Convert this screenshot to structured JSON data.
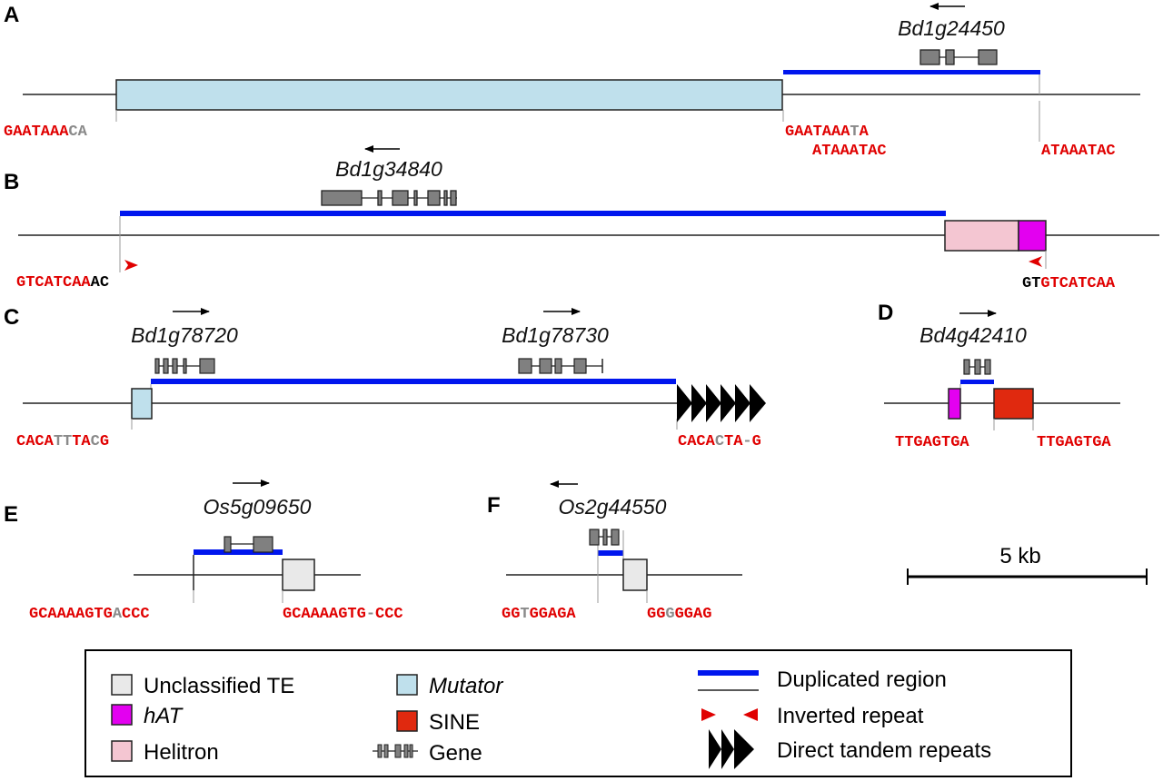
{
  "colors": {
    "unclassified_te": "#e9e9e9",
    "hat": "#e300f0",
    "helitron": "#f4c6d2",
    "mutator": "#bfe0ec",
    "sine": "#e0290f",
    "gene": "#808080",
    "duplicated": "#0016ee",
    "repeat_red": "#e00000",
    "seq_red": "#e00000",
    "seq_gray": "#8a8a8a",
    "seq_black": "#000000"
  },
  "panels": {
    "A": {
      "label": "A",
      "gene": "Bd1g24450",
      "gene_direction": "left",
      "seq_left": [
        {
          "t": "GAATAAA",
          "c": "red"
        },
        {
          "t": "CA",
          "c": "gray"
        }
      ],
      "seq_mid1": [
        {
          "t": "GAATAAA",
          "c": "red"
        },
        {
          "t": "T",
          "c": "gray"
        },
        {
          "t": "A",
          "c": "red"
        }
      ],
      "seq_mid2": [
        {
          "t": "ATAAATAC",
          "c": "red"
        }
      ],
      "seq_right": [
        {
          "t": "ATAAATAC",
          "c": "red"
        }
      ]
    },
    "B": {
      "label": "B",
      "gene": "Bd1g34840",
      "gene_direction": "left",
      "seq_left": [
        {
          "t": "GTCATCAA",
          "c": "red"
        },
        {
          "t": "AC",
          "c": "black"
        }
      ],
      "seq_right": [
        {
          "t": "GT",
          "c": "black"
        },
        {
          "t": "GTCATCAA",
          "c": "red"
        }
      ]
    },
    "C": {
      "label": "C",
      "gene1": "Bd1g78720",
      "gene2": "Bd1g78730",
      "gene_direction": "right",
      "seq_left": [
        {
          "t": "CACA",
          "c": "red"
        },
        {
          "t": "TT",
          "c": "gray"
        },
        {
          "t": "TA",
          "c": "red"
        },
        {
          "t": "C",
          "c": "gray"
        },
        {
          "t": "G",
          "c": "red"
        }
      ],
      "seq_right": [
        {
          "t": "CACA",
          "c": "red"
        },
        {
          "t": "C",
          "c": "gray"
        },
        {
          "t": "TA",
          "c": "red"
        },
        {
          "t": "-",
          "c": "gray"
        },
        {
          "t": "G",
          "c": "red"
        }
      ]
    },
    "D": {
      "label": "D",
      "gene": "Bd4g42410",
      "gene_direction": "right",
      "seq_left": [
        {
          "t": "TTGAGTGA",
          "c": "red"
        }
      ],
      "seq_right": [
        {
          "t": "TTGAGTGA",
          "c": "red"
        }
      ]
    },
    "E": {
      "label": "E",
      "gene": "Os5g09650",
      "gene_direction": "right",
      "seq_left": [
        {
          "t": "GCAAAAGTG",
          "c": "red"
        },
        {
          "t": "A",
          "c": "gray"
        },
        {
          "t": "CCC",
          "c": "red"
        }
      ],
      "seq_right": [
        {
          "t": "GCAAAAGTG",
          "c": "red"
        },
        {
          "t": "-",
          "c": "gray"
        },
        {
          "t": "CCC",
          "c": "red"
        }
      ]
    },
    "F": {
      "label": "F",
      "gene": "Os2g44550",
      "gene_direction": "left",
      "seq_left": [
        {
          "t": "GG",
          "c": "red"
        },
        {
          "t": "T",
          "c": "gray"
        },
        {
          "t": "GGAGA",
          "c": "red"
        }
      ],
      "seq_right": [
        {
          "t": "GG",
          "c": "red"
        },
        {
          "t": "G",
          "c": "gray"
        },
        {
          "t": "GGAG",
          "c": "red"
        }
      ]
    }
  },
  "scale_bar": {
    "label": "5 kb",
    "length_kb": 5
  },
  "legend": {
    "unclassified_te": "Unclassified TE",
    "hat": "hAT",
    "helitron": "Helitron",
    "mutator": "Mutator",
    "sine": "SINE",
    "gene": "Gene",
    "duplicated_region": "Duplicated region",
    "inverted_repeat": "Inverted repeat",
    "direct_tandem_repeats": "Direct tandem repeats"
  }
}
